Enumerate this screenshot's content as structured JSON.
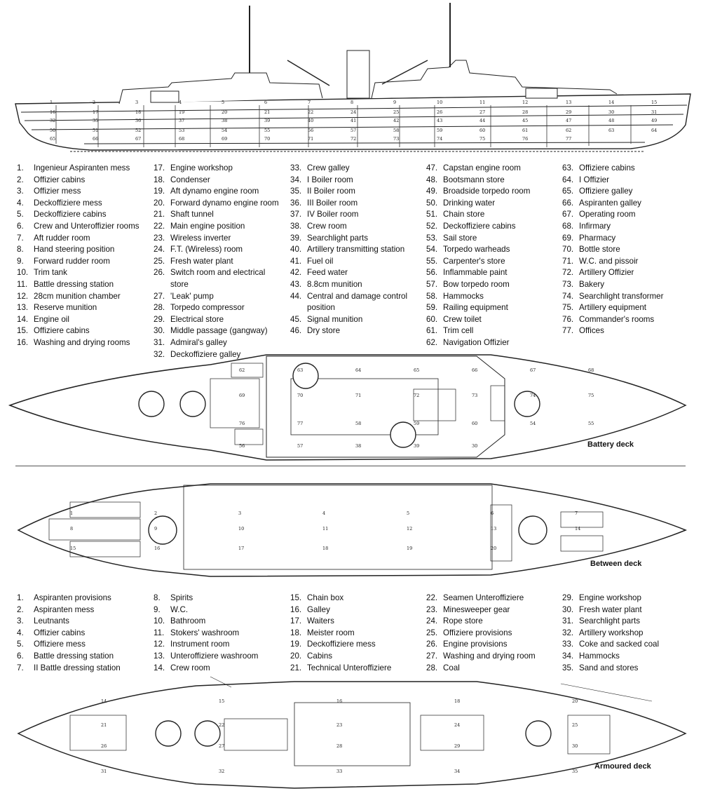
{
  "legend_upper": [
    {
      "n": "1.",
      "t": "Ingenieur Aspiranten mess"
    },
    {
      "n": "2.",
      "t": "Offizier cabins"
    },
    {
      "n": "3.",
      "t": "Offizier mess"
    },
    {
      "n": "4.",
      "t": "Deckoffiziere mess"
    },
    {
      "n": "5.",
      "t": "Deckoffiziere cabins"
    },
    {
      "n": "6.",
      "t": "Crew and Unteroffizier rooms"
    },
    {
      "n": "7.",
      "t": "Aft rudder room"
    },
    {
      "n": "8.",
      "t": "Hand steering position"
    },
    {
      "n": "9.",
      "t": "Forward rudder room"
    },
    {
      "n": "10.",
      "t": "Trim tank"
    },
    {
      "n": "11.",
      "t": "Battle dressing station"
    },
    {
      "n": "12.",
      "t": "28cm munition chamber"
    },
    {
      "n": "13.",
      "t": "Reserve munition"
    },
    {
      "n": "14.",
      "t": "Engine oil"
    },
    {
      "n": "15.",
      "t": "Offiziere cabins"
    },
    {
      "n": "16.",
      "t": "Washing and drying rooms"
    },
    {
      "n": "17.",
      "t": "Engine workshop"
    },
    {
      "n": "18.",
      "t": "Condenser"
    },
    {
      "n": "19.",
      "t": "Aft dynamo engine room"
    },
    {
      "n": "20.",
      "t": "Forward dynamo engine room"
    },
    {
      "n": "21.",
      "t": "Shaft tunnel"
    },
    {
      "n": "22.",
      "t": "Main engine position"
    },
    {
      "n": "23.",
      "t": "Wireless inverter"
    },
    {
      "n": "24.",
      "t": "F.T. (Wireless) room"
    },
    {
      "n": "25.",
      "t": "Fresh water plant"
    },
    {
      "n": "26.",
      "t": "Switch room and electrical"
    },
    {
      "n": "",
      "t": "store"
    },
    {
      "n": "27.",
      "t": "'Leak' pump"
    },
    {
      "n": "28.",
      "t": "Torpedo compressor"
    },
    {
      "n": "29.",
      "t": "Electrical store"
    },
    {
      "n": "30.",
      "t": "Middle passage (gangway)"
    },
    {
      "n": "31.",
      "t": "Admiral's galley"
    },
    {
      "n": "32.",
      "t": "Deckoffiziere galley"
    },
    {
      "n": "33.",
      "t": "Crew galley"
    },
    {
      "n": "34.",
      "t": "I Boiler room"
    },
    {
      "n": "35.",
      "t": "II Boiler room"
    },
    {
      "n": "36.",
      "t": "III Boiler room"
    },
    {
      "n": "37.",
      "t": "IV Boiler room"
    },
    {
      "n": "38.",
      "t": "Crew room"
    },
    {
      "n": "39.",
      "t": "Searchlight parts"
    },
    {
      "n": "40.",
      "t": "Artillery transmitting station"
    },
    {
      "n": "41.",
      "t": "Fuel oil"
    },
    {
      "n": "42.",
      "t": "Feed water"
    },
    {
      "n": "43.",
      "t": "8.8cm munition"
    },
    {
      "n": "44.",
      "t": "Central and damage control"
    },
    {
      "n": "",
      "t": "position"
    },
    {
      "n": "45.",
      "t": "Signal munition"
    },
    {
      "n": "46.",
      "t": "Dry store"
    },
    {
      "n": "47.",
      "t": "Capstan engine room"
    },
    {
      "n": "48.",
      "t": "Bootsmann store"
    },
    {
      "n": "49.",
      "t": "Broadside torpedo room"
    },
    {
      "n": "50.",
      "t": "Drinking water"
    },
    {
      "n": "51.",
      "t": "Chain store"
    },
    {
      "n": "52.",
      "t": "Deckoffiziere cabins"
    },
    {
      "n": "53.",
      "t": "Sail store"
    },
    {
      "n": "54.",
      "t": "Torpedo warheads"
    },
    {
      "n": "55.",
      "t": "Carpenter's store"
    },
    {
      "n": "56.",
      "t": "Inflammable paint"
    },
    {
      "n": "57.",
      "t": "Bow torpedo room"
    },
    {
      "n": "58.",
      "t": "Hammocks"
    },
    {
      "n": "59.",
      "t": "Railing equipment"
    },
    {
      "n": "60.",
      "t": "Crew toilet"
    },
    {
      "n": "61.",
      "t": "Trim cell"
    },
    {
      "n": "62.",
      "t": "Navigation Offizier"
    },
    {
      "n": "63.",
      "t": "Offiziere cabins"
    },
    {
      "n": "64.",
      "t": "I Offizier"
    },
    {
      "n": "65.",
      "t": "Offiziere galley"
    },
    {
      "n": "66.",
      "t": "Aspiranten galley"
    },
    {
      "n": "67.",
      "t": "Operating room"
    },
    {
      "n": "68.",
      "t": "Infirmary"
    },
    {
      "n": "69.",
      "t": "Pharmacy"
    },
    {
      "n": "70.",
      "t": "Bottle store"
    },
    {
      "n": "71.",
      "t": "W.C. and pissoir"
    },
    {
      "n": "72.",
      "t": "Artillery Offizier"
    },
    {
      "n": "73.",
      "t": "Bakery"
    },
    {
      "n": "74.",
      "t": "Searchlight transformer"
    },
    {
      "n": "75.",
      "t": "Artillery equipment"
    },
    {
      "n": "76.",
      "t": "Commander's rooms"
    },
    {
      "n": "77.",
      "t": "Offices"
    }
  ],
  "legend_lower": [
    {
      "n": "1.",
      "t": "Aspiranten provisions"
    },
    {
      "n": "2.",
      "t": "Aspiranten mess"
    },
    {
      "n": "3.",
      "t": "Leutnants"
    },
    {
      "n": "4.",
      "t": "Offizier cabins"
    },
    {
      "n": "5.",
      "t": "Offiziere mess"
    },
    {
      "n": "6.",
      "t": "Battle dressing station"
    },
    {
      "n": "7.",
      "t": "II Battle dressing station"
    },
    {
      "n": "8.",
      "t": "Spirits"
    },
    {
      "n": "9.",
      "t": "W.C."
    },
    {
      "n": "10.",
      "t": "Bathroom"
    },
    {
      "n": "11.",
      "t": "Stokers' washroom"
    },
    {
      "n": "12.",
      "t": "Instrument room"
    },
    {
      "n": "13.",
      "t": "Unteroffiziere washroom"
    },
    {
      "n": "14.",
      "t": "Crew room"
    },
    {
      "n": "15.",
      "t": "Chain box"
    },
    {
      "n": "16.",
      "t": "Galley"
    },
    {
      "n": "17.",
      "t": "Waiters"
    },
    {
      "n": "18.",
      "t": "Meister room"
    },
    {
      "n": "19.",
      "t": "Deckoffiziere mess"
    },
    {
      "n": "20.",
      "t": "Cabins"
    },
    {
      "n": "21.",
      "t": "Technical Unteroffiziere"
    },
    {
      "n": "22.",
      "t": "Seamen Unteroffiziere"
    },
    {
      "n": "23.",
      "t": "Minesweeper gear"
    },
    {
      "n": "24.",
      "t": "Rope store"
    },
    {
      "n": "25.",
      "t": "Offiziere provisions"
    },
    {
      "n": "26.",
      "t": "Engine provisions"
    },
    {
      "n": "27.",
      "t": "Washing and drying room"
    },
    {
      "n": "28.",
      "t": "Coal"
    },
    {
      "n": "29.",
      "t": "Engine workshop"
    },
    {
      "n": "30.",
      "t": "Fresh water plant"
    },
    {
      "n": "31.",
      "t": "Searchlight parts"
    },
    {
      "n": "32.",
      "t": "Artillery workshop"
    },
    {
      "n": "33.",
      "t": "Coke and sacked coal"
    },
    {
      "n": "34.",
      "t": "Hammocks"
    },
    {
      "n": "35.",
      "t": "Sand and stores"
    }
  ],
  "deck_labels": {
    "battery": "Battery deck",
    "between": "Between deck",
    "armoured": "Armoured deck"
  },
  "profile_numbers": [
    "1",
    "2",
    "3",
    "4",
    "5",
    "6",
    "7",
    "8",
    "9",
    "10",
    "11",
    "12",
    "13",
    "14",
    "15",
    "16",
    "17",
    "18",
    "19",
    "20",
    "21",
    "22",
    "24",
    "25",
    "26",
    "27",
    "28",
    "29",
    "30",
    "31",
    "32",
    "35",
    "36",
    "37",
    "38",
    "39",
    "40",
    "41",
    "42",
    "43",
    "44",
    "45",
    "47",
    "48",
    "49",
    "50",
    "51",
    "52",
    "53",
    "54",
    "55",
    "56",
    "57",
    "58",
    "59",
    "60",
    "61",
    "62",
    "63",
    "64",
    "65",
    "66",
    "67",
    "68",
    "69",
    "70",
    "71",
    "72",
    "73",
    "74",
    "75",
    "76",
    "77"
  ],
  "battery_numbers": [
    "62",
    "63",
    "64",
    "65",
    "66",
    "67",
    "68",
    "69",
    "70",
    "71",
    "72",
    "73",
    "74",
    "75",
    "76",
    "77",
    "58",
    "59",
    "60",
    "54",
    "55",
    "56",
    "57",
    "38",
    "39",
    "30"
  ],
  "between_numbers": [
    "1",
    "2",
    "3",
    "4",
    "5",
    "6",
    "7",
    "8",
    "9",
    "10",
    "11",
    "12",
    "13",
    "14",
    "15",
    "16",
    "17",
    "18",
    "19",
    "20"
  ],
  "armoured_numbers": [
    "14",
    "15",
    "16",
    "18",
    "20",
    "21",
    "22",
    "23",
    "24",
    "25",
    "26",
    "27",
    "28",
    "29",
    "30",
    "31",
    "32",
    "33",
    "34",
    "35"
  ]
}
